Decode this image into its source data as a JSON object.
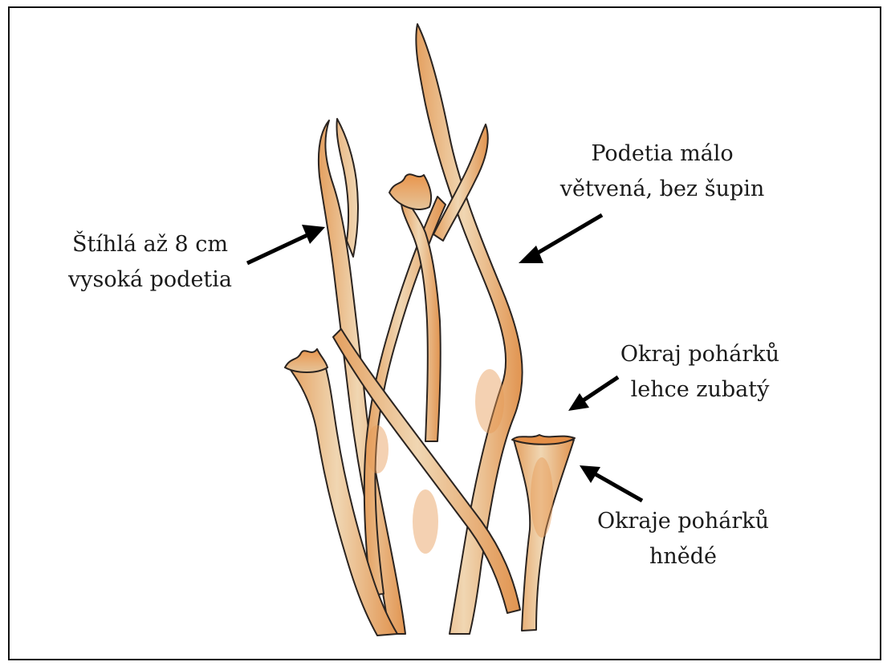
{
  "annotations": {
    "slender": {
      "line1": "Štíhlá až 8 cm",
      "line2": "vysoká podetia"
    },
    "podetia": {
      "line1": "Podetia málo",
      "line2": "větvená, bez šupin"
    },
    "cup_edge": {
      "line1": "Okraj pohárků",
      "line2": "lehce zubatý"
    },
    "cup_brown": {
      "line1": "Okraje pohárků",
      "line2": "hnědé"
    }
  },
  "colors": {
    "stalk_fill": "#e8c9a0",
    "stalk_shade": "#e79a55",
    "outline": "#2b2420",
    "arrow": "#000000",
    "border": "#111111"
  }
}
